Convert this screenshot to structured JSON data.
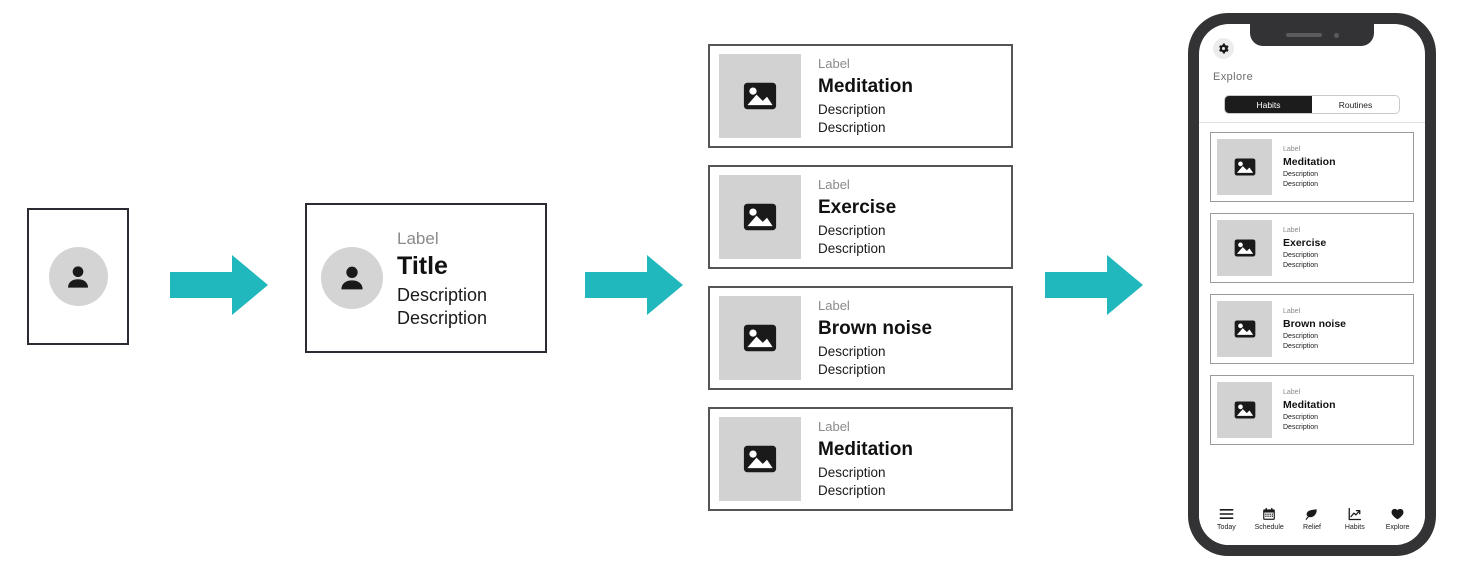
{
  "theme": {
    "arrow_color": "#20b8bc",
    "card_border": "#2b2b33",
    "media_card_border": "#555555",
    "thumb_bg": "#d2d2d2",
    "avatar_bg": "#d4d4d4",
    "label_color": "#8a8a8a",
    "phone_frame": "#333336",
    "segment_active_bg": "#1c1c1c"
  },
  "step1": {
    "name": "avatar-placeholder-card",
    "avatar_icon": "person-icon"
  },
  "arrows": [
    {
      "name": "flow-arrow-1"
    },
    {
      "name": "flow-arrow-2"
    },
    {
      "name": "flow-arrow-3"
    }
  ],
  "step2": {
    "avatar_icon": "person-icon",
    "label": "Label",
    "title": "Title",
    "description_line1": "Description",
    "description_line2": "Description"
  },
  "step3": {
    "cards": [
      {
        "thumb_icon": "image-placeholder-icon",
        "label": "Label",
        "title": "Meditation",
        "description_line1": "Description",
        "description_line2": "Description"
      },
      {
        "thumb_icon": "image-placeholder-icon",
        "label": "Label",
        "title": "Exercise",
        "description_line1": "Description",
        "description_line2": "Description"
      },
      {
        "thumb_icon": "image-placeholder-icon",
        "label": "Label",
        "title": "Brown noise",
        "description_line1": "Description",
        "description_line2": "Description"
      },
      {
        "thumb_icon": "image-placeholder-icon",
        "label": "Label",
        "title": "Meditation",
        "description_line1": "Description",
        "description_line2": "Description"
      }
    ]
  },
  "phone": {
    "settings_icon": "gear-icon",
    "screen_title": "Explore",
    "segmented": {
      "options": [
        "Habits",
        "Routines"
      ],
      "selected": "Habits"
    },
    "cards": [
      {
        "thumb_icon": "image-placeholder-icon",
        "label": "Label",
        "title": "Meditation",
        "description_line1": "Description",
        "description_line2": "Description"
      },
      {
        "thumb_icon": "image-placeholder-icon",
        "label": "Label",
        "title": "Exercise",
        "description_line1": "Description",
        "description_line2": "Description"
      },
      {
        "thumb_icon": "image-placeholder-icon",
        "label": "Label",
        "title": "Brown noise",
        "description_line1": "Description",
        "description_line2": "Description"
      },
      {
        "thumb_icon": "image-placeholder-icon",
        "label": "Label",
        "title": "Meditation",
        "description_line1": "Description",
        "description_line2": "Description"
      }
    ],
    "tabbar": [
      {
        "icon": "hamburger-icon",
        "label": "Today"
      },
      {
        "icon": "calendar-icon",
        "label": "Schedule"
      },
      {
        "icon": "leaf-icon",
        "label": "Relief"
      },
      {
        "icon": "chart-icon",
        "label": "Habits"
      },
      {
        "icon": "heart-icon",
        "label": "Explore"
      }
    ]
  }
}
